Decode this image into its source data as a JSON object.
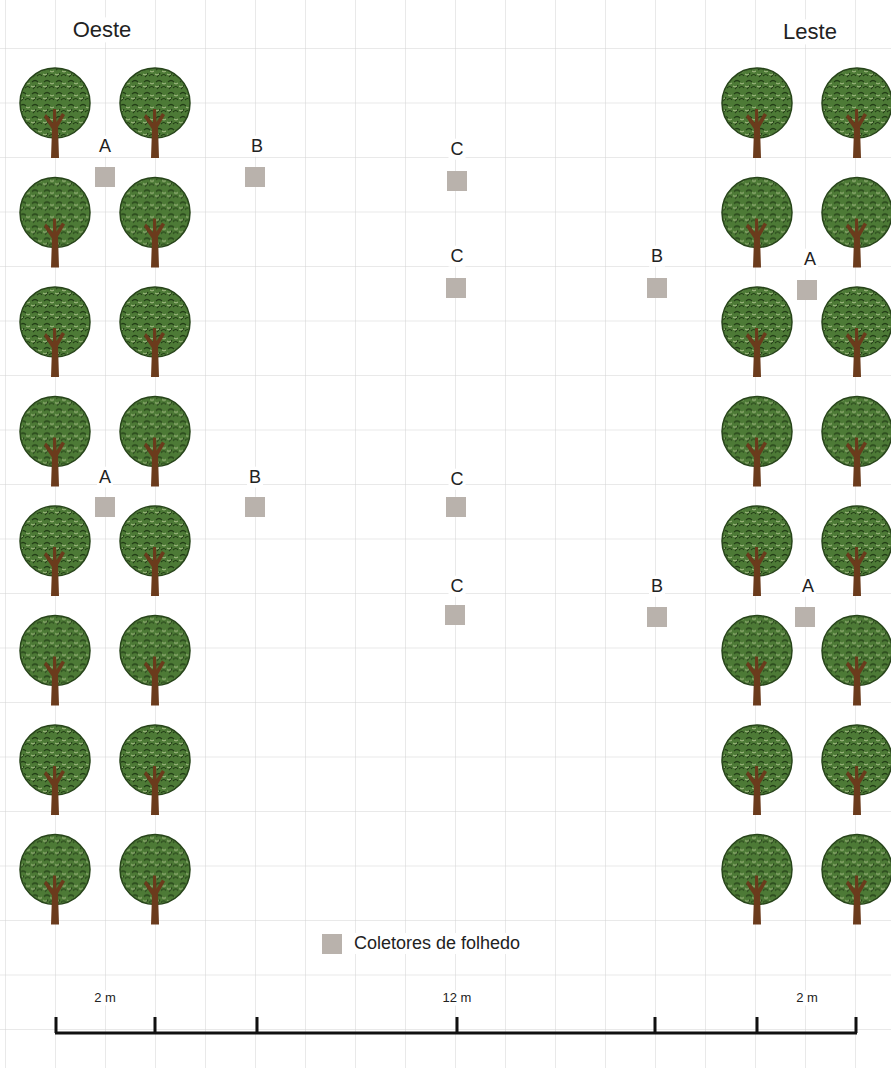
{
  "diagram": {
    "labels": [
      "Oeste",
      "Leste",
      "A",
      "B",
      "C",
      "C",
      "B",
      "A",
      "A",
      "B",
      "C",
      "C",
      "B",
      "A",
      "2 m",
      "12 m",
      "2 m"
    ],
    "legend": [
      {
        "text": "Coletores de folhedo",
        "color": "#b9b2ac"
      }
    ]
  }
}
